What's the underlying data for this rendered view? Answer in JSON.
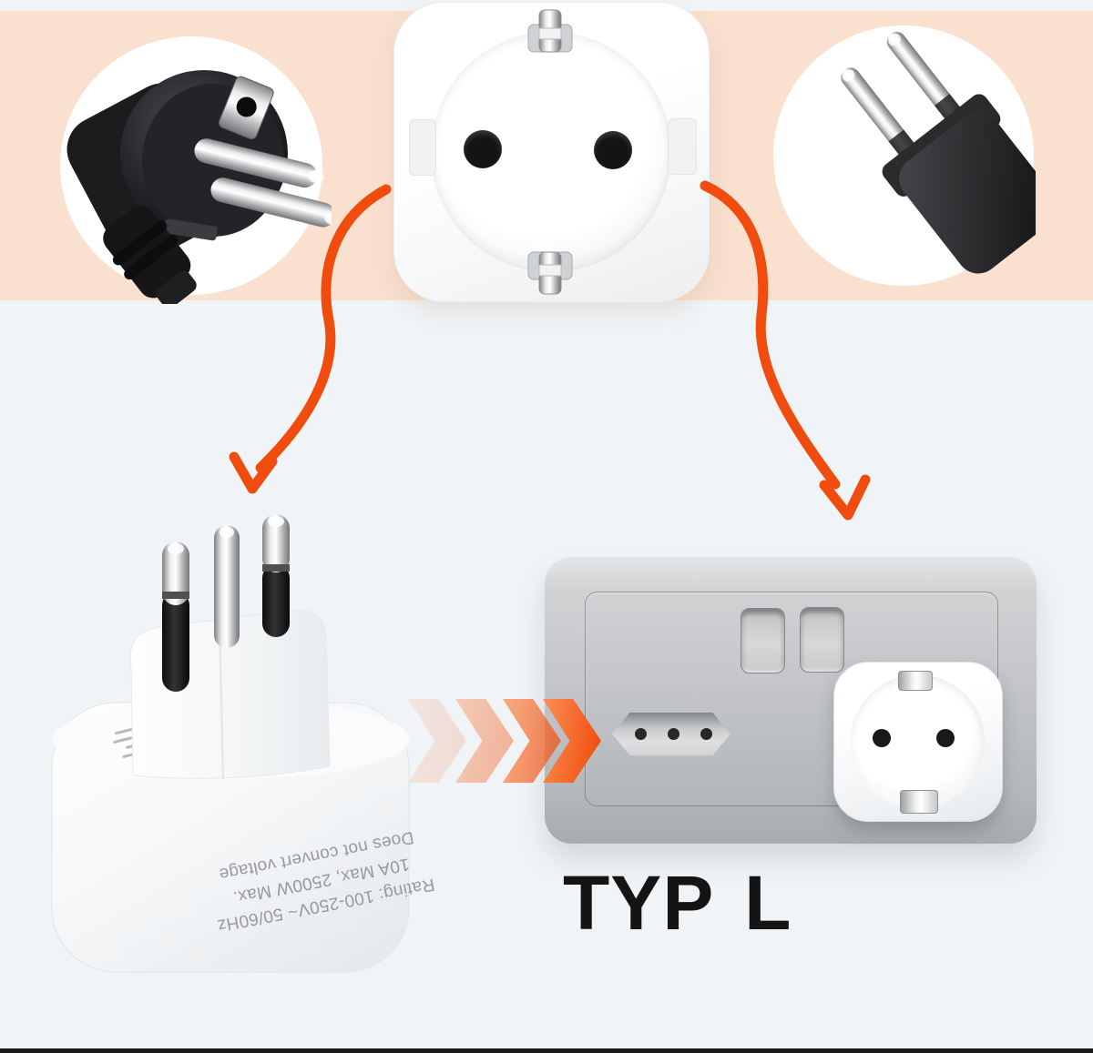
{
  "colors": {
    "band_peach": "#f9e0cf",
    "background": "#f0f4f7",
    "accent_orange": "#ef4c0e",
    "plate_gray": "#c3c5c8",
    "print_text": "#97999c",
    "heading_text": "#141414"
  },
  "adapter_print": {
    "line1": "Rating: 100-250V~ 50/60Hz",
    "line2": "10A Max, 2500W Max.",
    "line3": "Does not convert voltage"
  },
  "wall": {
    "type_label": "TYP L"
  }
}
